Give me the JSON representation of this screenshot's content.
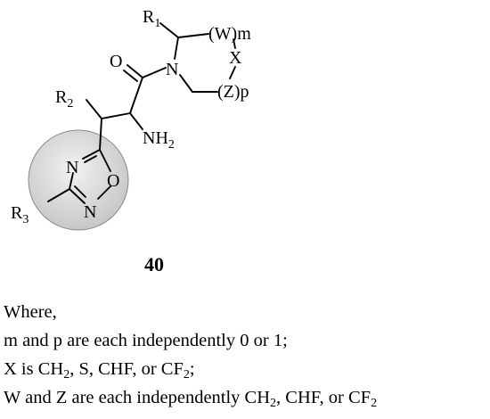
{
  "compound_number": "40",
  "atoms": {
    "r1": "R",
    "r1_sub": "1",
    "r2": "R",
    "r2_sub": "2",
    "r3": "R",
    "r3_sub": "3",
    "w_group": "(W)m",
    "z_group": "(Z)p",
    "x": "X",
    "n_amide": "N",
    "o_carbonyl": "O",
    "nh2": "NH",
    "nh2_sub": "2",
    "n_ring_top": "N",
    "n_ring_bottom": "N",
    "o_ring": "O"
  },
  "legend": {
    "line0": "Where,",
    "line1": "m and p are each independently 0 or 1;",
    "line2": {
      "a": "X is CH",
      "a_sub": "2",
      "b": ", S, CHF, or CF",
      "b_sub": "2",
      "c": ";"
    },
    "line3": {
      "a": "W and Z are each independently CH",
      "a_sub": "2",
      "b": ", CHF, or CF",
      "b_sub": "2"
    }
  },
  "colors": {
    "ring_highlight": "#d6d6d6",
    "ring_highlight_edge": "#7a7a7a"
  }
}
